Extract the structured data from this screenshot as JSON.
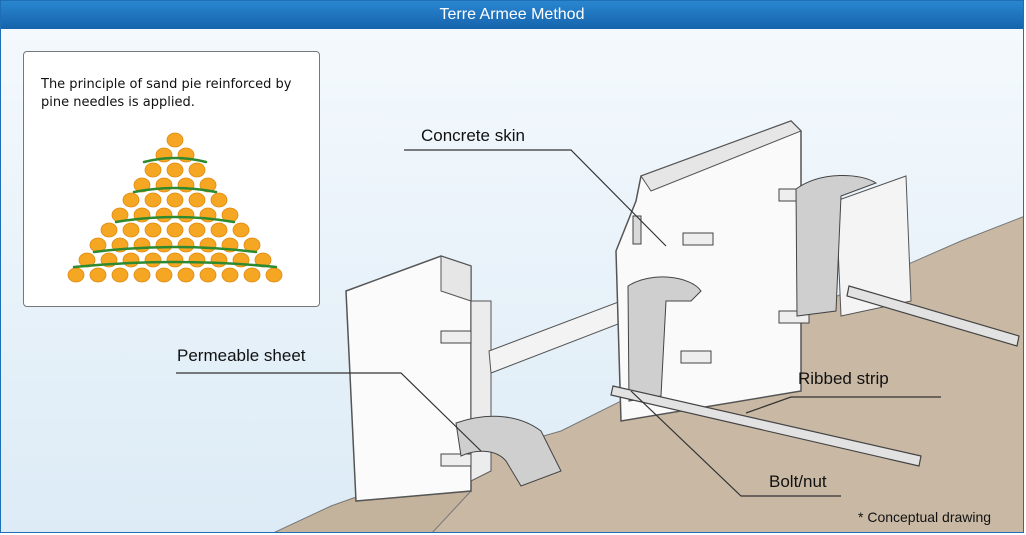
{
  "title": "Terre Armee Method",
  "inset": {
    "text": "The principle of sand pie reinforced by pine needles is applied."
  },
  "labels": {
    "concrete_skin": "Concrete skin",
    "permeable_sheet": "Permeable sheet",
    "ribbed_strip": "Ribbed strip",
    "bolt_nut": "Bolt/nut"
  },
  "note": "* Conceptual drawing",
  "colors": {
    "title_bar": "#1d73bd",
    "sand": "#c6b5a0",
    "orange": "#f5a623",
    "needle": "#2f8a2f"
  }
}
